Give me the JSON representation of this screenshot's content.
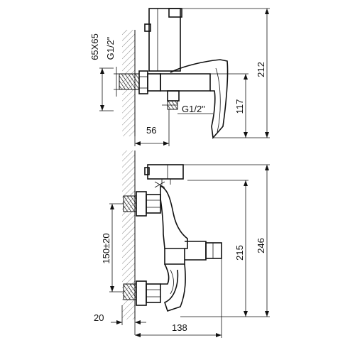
{
  "top_view": {
    "dims": {
      "pipe_spacing": "65X65",
      "thread_inlet": "G1/2\"",
      "thread_outlet": "G1/2\"",
      "wall_offset": "56",
      "height_spout": "117",
      "height_total": "212"
    }
  },
  "front_view": {
    "dims": {
      "pipe_centers": "150±20",
      "height_spout": "215",
      "height_total": "246",
      "wall_offset": "20",
      "depth": "138"
    }
  }
}
